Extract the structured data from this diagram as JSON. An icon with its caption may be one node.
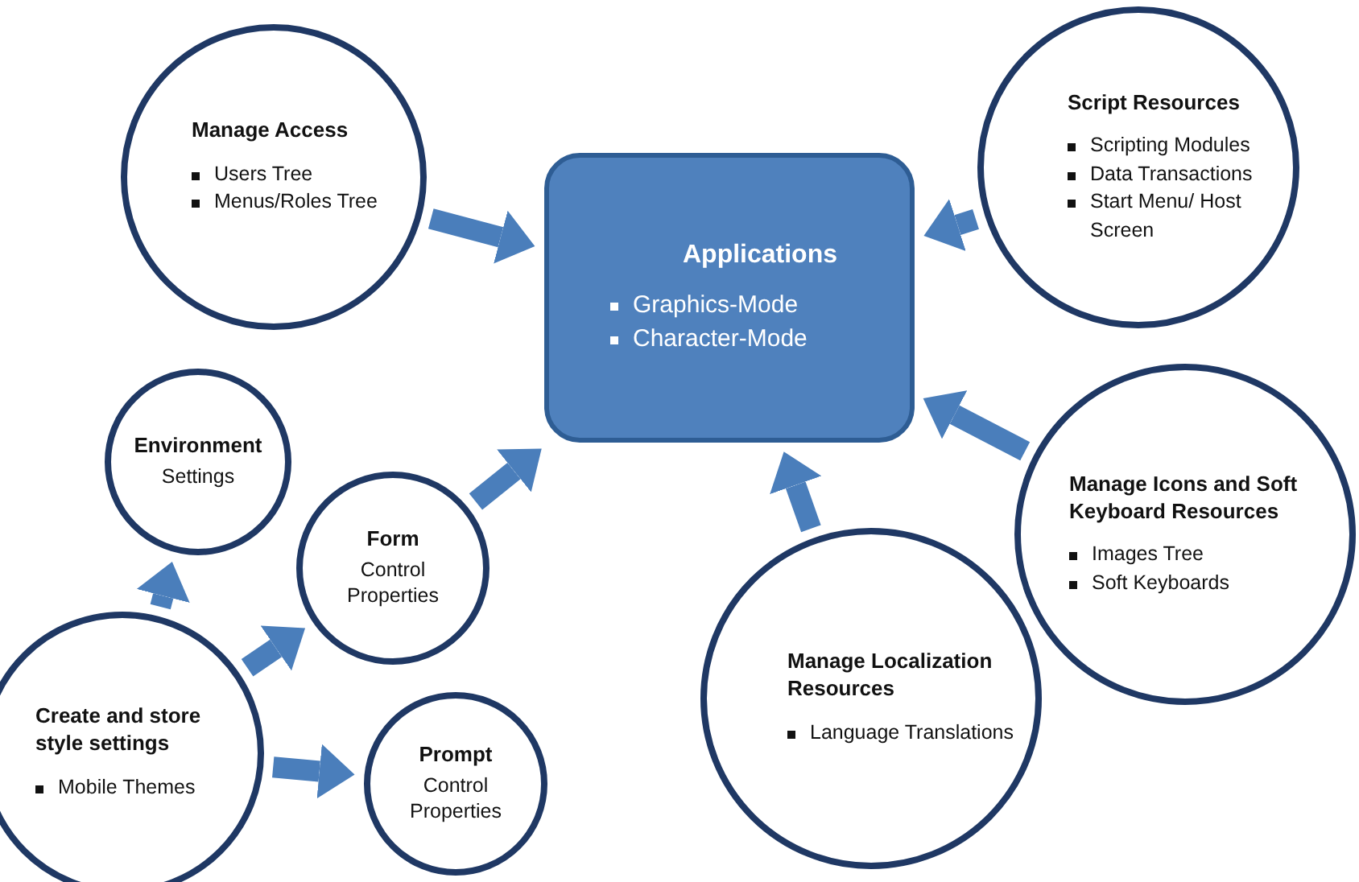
{
  "diagram": {
    "nodes": [
      {
        "text": [
          "Applications",
          "Graphics-Mode",
          "Character-Mode"
        ]
      },
      {
        "text": [
          "Manage Access",
          "Users Tree",
          "Menus/Roles Tree"
        ]
      },
      {
        "text": [
          "Script Resources",
          "Scripting Modules",
          "Data Transactions",
          "Start Menu/ Host Screen"
        ]
      },
      {
        "text": [
          "Environment",
          "Settings"
        ]
      },
      {
        "text": [
          "Form",
          "Control Properties"
        ]
      },
      {
        "text": [
          "Manage Icons and Soft Keyboard Resources",
          "Images Tree",
          "Soft Keyboards"
        ]
      },
      {
        "text": [
          "Create and store style settings",
          "Mobile Themes"
        ]
      },
      {
        "text": [
          "Prompt",
          "Control Properties"
        ]
      },
      {
        "text": [
          "Manage Localization Resources",
          "Language Translations"
        ]
      }
    ],
    "edges": [
      {
        "from": 1,
        "to": 0,
        "arrow": "to"
      },
      {
        "from": 2,
        "to": 0,
        "arrow": "to"
      },
      {
        "from": 5,
        "to": 0,
        "arrow": "to"
      },
      {
        "from": 8,
        "to": 0,
        "arrow": "to"
      },
      {
        "from": 4,
        "to": 0,
        "arrow": "to"
      },
      {
        "from": 6,
        "to": 3,
        "arrow": "to"
      },
      {
        "from": 6,
        "to": 4,
        "arrow": "to"
      },
      {
        "from": 6,
        "to": 7,
        "arrow": "to"
      }
    ]
  }
}
